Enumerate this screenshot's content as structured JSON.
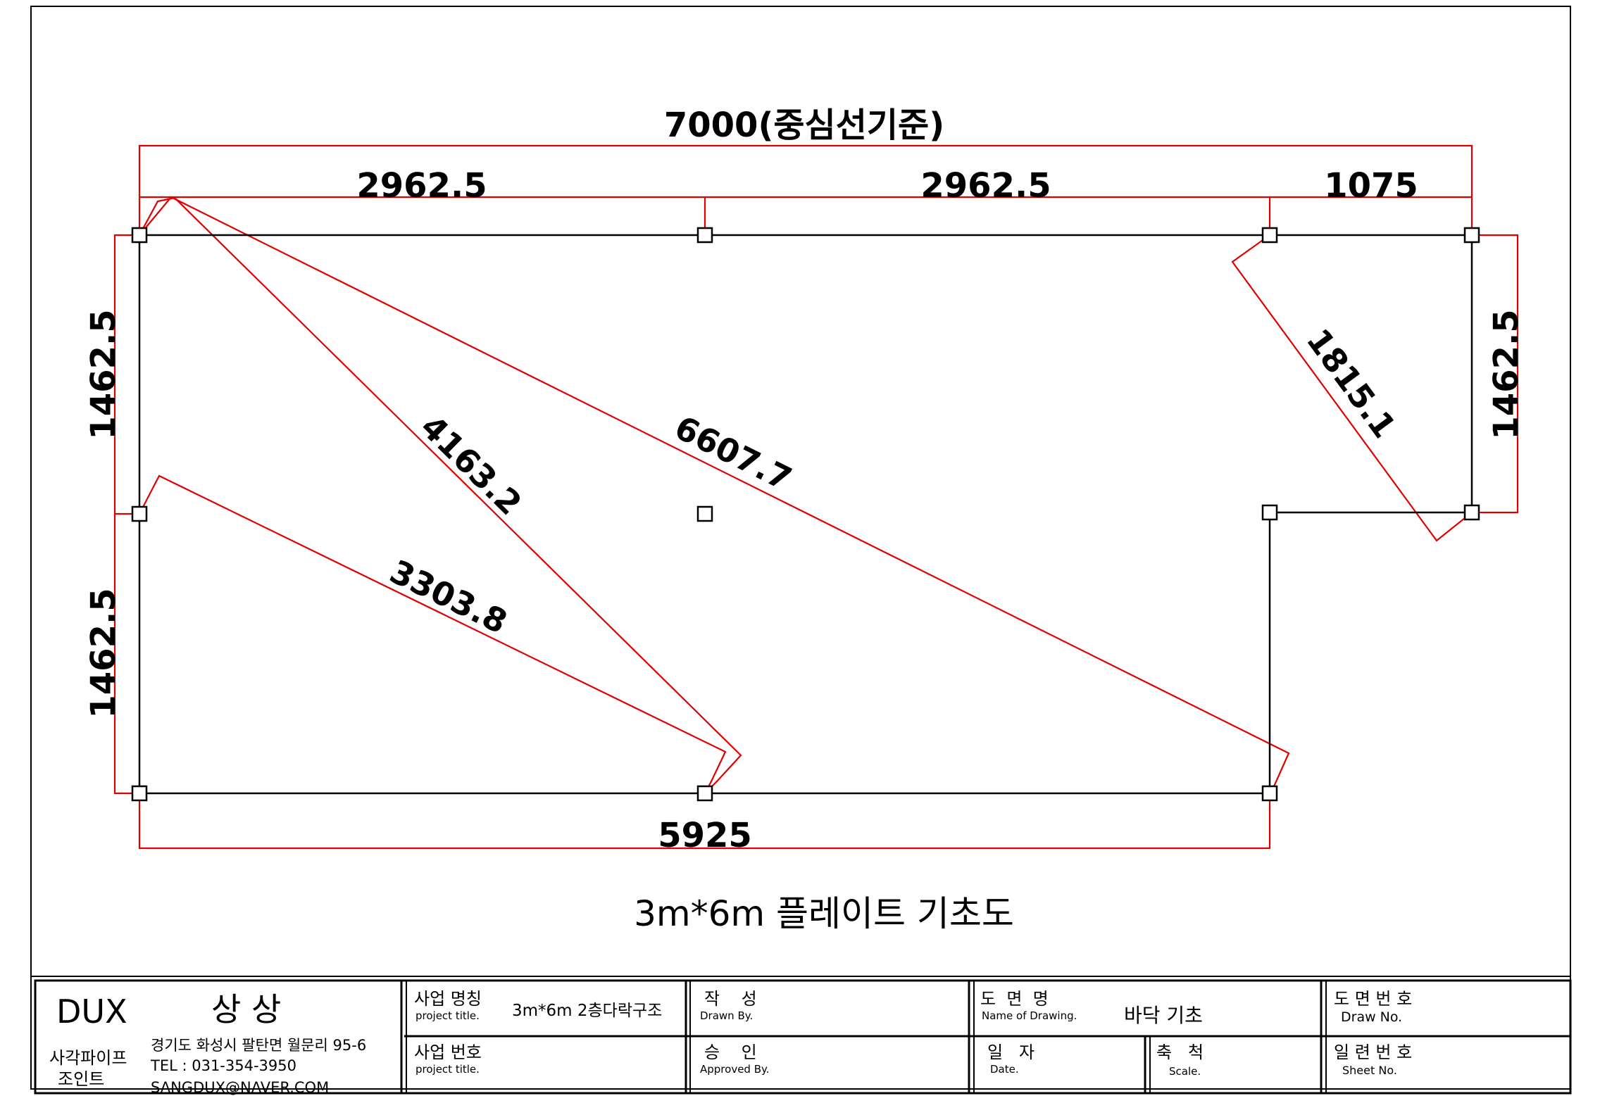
{
  "drawing": {
    "overall_dimension": "7000(중심선기준)",
    "top_dimensions": [
      "2962.5",
      "2962.5",
      "1075"
    ],
    "left_dimensions": [
      "1462.5",
      "1462.5"
    ],
    "right_dimension": "1462.5",
    "bottom_dimension": "5925",
    "diagonals": {
      "d1": "4163.2",
      "d2": "6607.7",
      "d3": "3303.8",
      "d4": "1815.1"
    },
    "caption": "3m*6m 플레이트 기초도",
    "colors": {
      "dimension": "#e00000",
      "outline": "#000000"
    }
  },
  "title_block": {
    "company": {
      "brand": "DUX",
      "name": "상 상",
      "subtitle_line1": "사각파이프",
      "subtitle_line2": "조인트",
      "address": "경기도 화성시 팔탄면 월문리 95-6",
      "tel": "TEL : 031-354-3950",
      "email": "SANGDUX@NAVER.COM"
    },
    "project_name_label": "사업 명칭",
    "project_name_sub": "project title.",
    "project_name_value": "3m*6m 2층다락구조",
    "project_no_label": "사업 번호",
    "project_no_sub": "project title.",
    "drawn_label": "작    성",
    "drawn_sub": "Drawn By.",
    "approved_label": "승    인",
    "approved_sub": "Approved By.",
    "drawing_name_label": "도  면  명",
    "drawing_name_sub": "Name of Drawing.",
    "drawing_name_value": "바닥 기초",
    "date_label": "일   자",
    "date_sub": "Date.",
    "scale_label": "축   척",
    "scale_sub": "Scale.",
    "draw_no_label": "도 면 번 호",
    "draw_no_sub": "Draw No.",
    "sheet_no_label": "일 련 번 호",
    "sheet_no_sub": "Sheet No."
  }
}
